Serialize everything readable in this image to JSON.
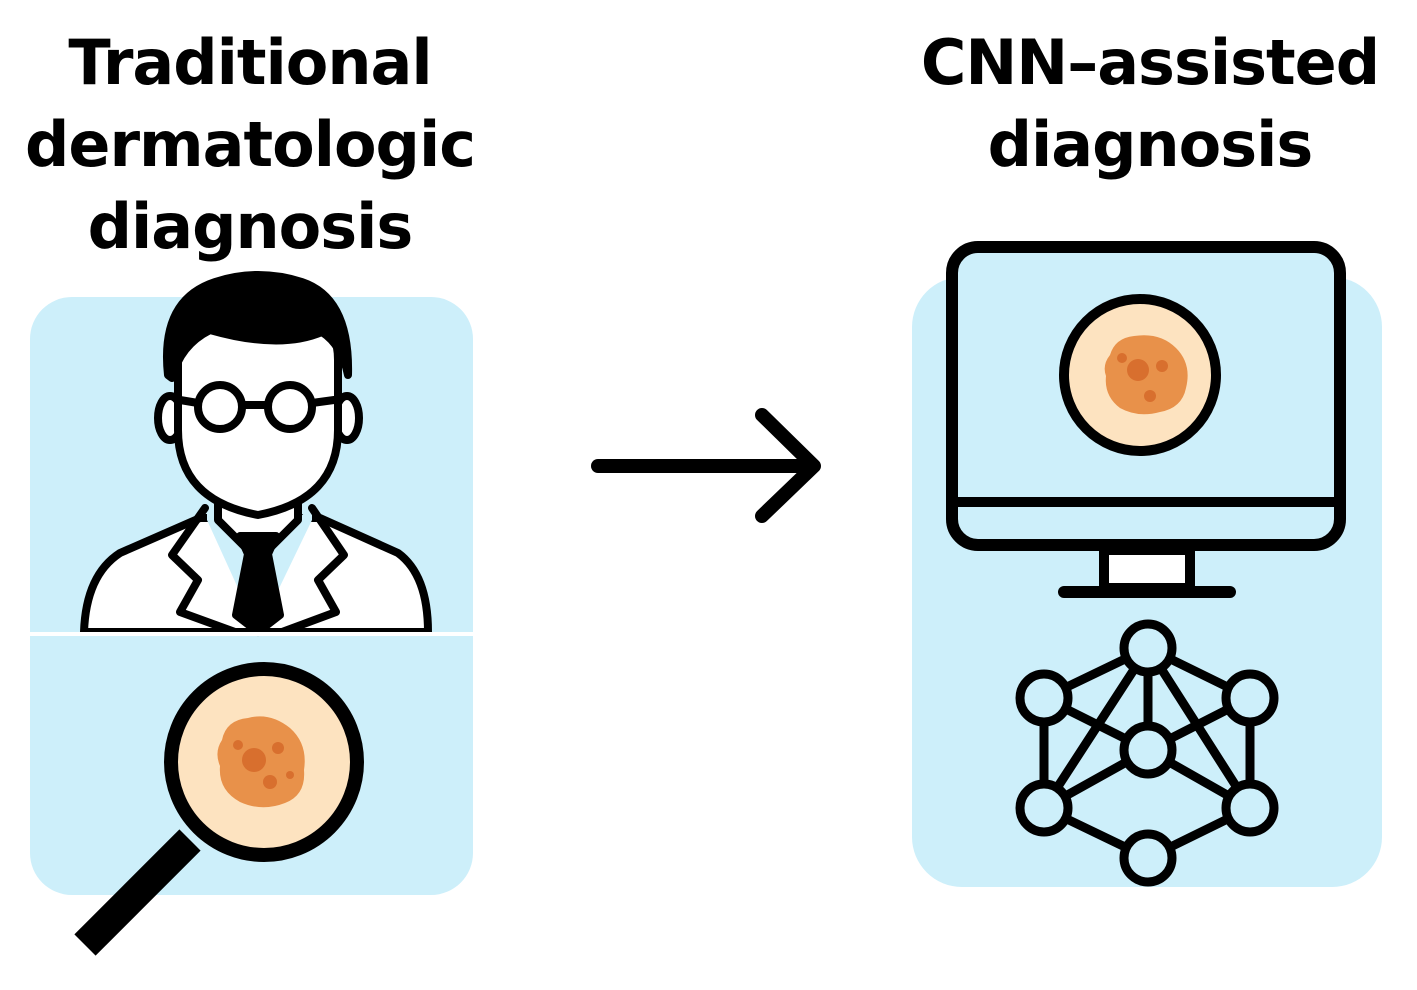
{
  "left_panel": {
    "title_lines": [
      "Traditional",
      "dermatologic",
      "diagnosis"
    ]
  },
  "right_panel": {
    "title_lines": [
      "CNN–assisted",
      "diagnosis"
    ]
  },
  "colors": {
    "panel_bg": "#cdeffa",
    "outline": "#000000",
    "skin_bg": "#fde3c0",
    "lesion": "#e8914a",
    "lesion_dark": "#d86f2e"
  },
  "icons": [
    "doctor-icon",
    "magnifier-icon",
    "arrow-right-icon",
    "monitor-icon",
    "neural-network-icon"
  ]
}
